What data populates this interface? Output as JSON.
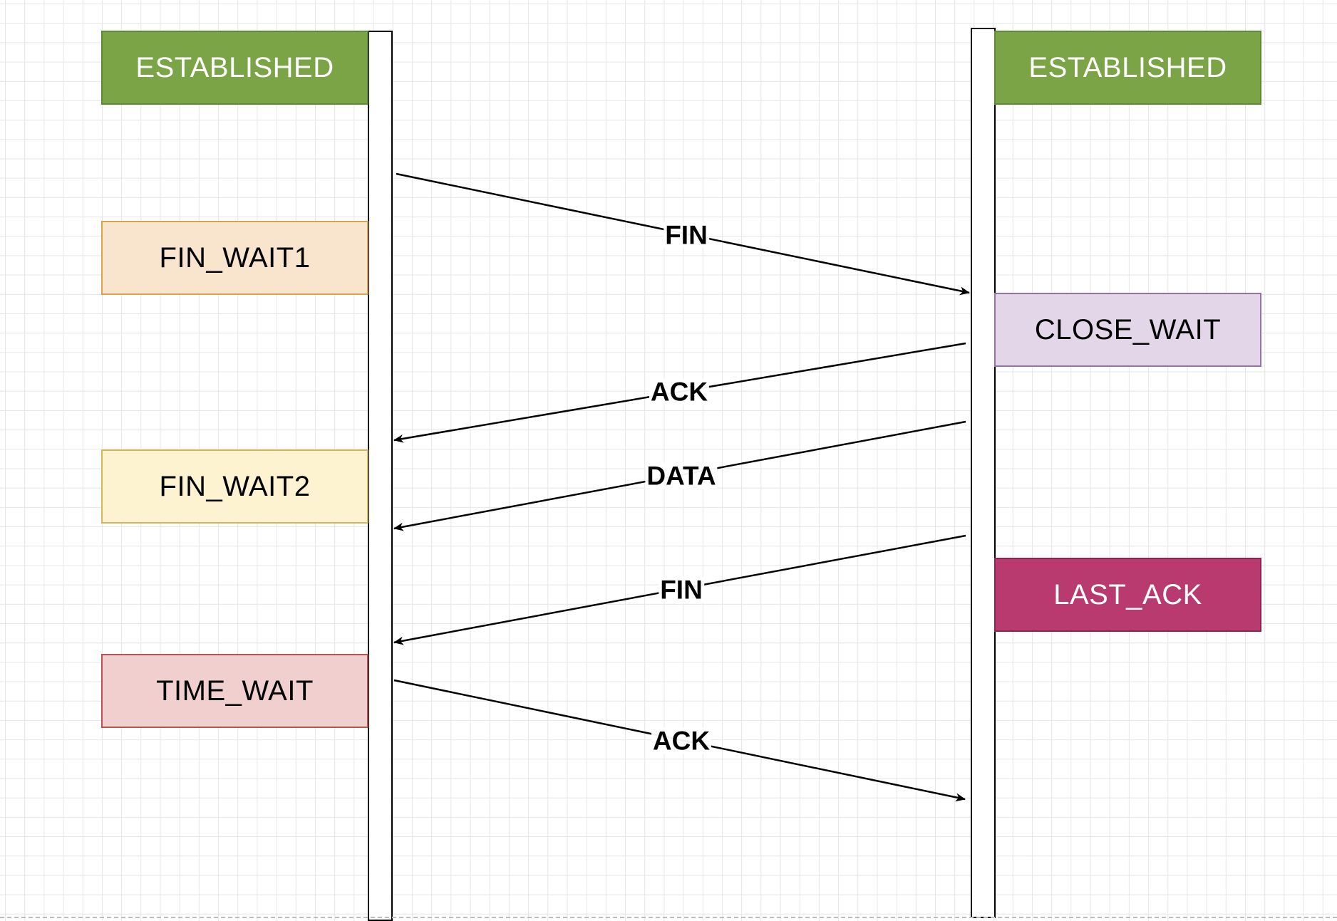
{
  "client": {
    "states": [
      {
        "label": "ESTABLISHED",
        "fill": "#7ba447",
        "border": "#5f8a34",
        "text": "#ffffff"
      },
      {
        "label": "FIN_WAIT1",
        "fill": "#f9e4cd",
        "border": "#d6a649",
        "text": "#000000"
      },
      {
        "label": "FIN_WAIT2",
        "fill": "#fdf3d1",
        "border": "#d6b656",
        "text": "#000000"
      },
      {
        "label": "TIME_WAIT",
        "fill": "#f1cfcf",
        "border": "#b85450",
        "text": "#000000"
      }
    ]
  },
  "server": {
    "states": [
      {
        "label": "ESTABLISHED",
        "fill": "#7ba447",
        "border": "#5f8a34",
        "text": "#ffffff"
      },
      {
        "label": "CLOSE_WAIT",
        "fill": "#e2d6e8",
        "border": "#9673a6",
        "text": "#000000"
      },
      {
        "label": "LAST_ACK",
        "fill": "#b83a6f",
        "border": "#8f2252",
        "text": "#ffffff"
      }
    ]
  },
  "messages": [
    {
      "label": "FIN",
      "direction": "client-to-server"
    },
    {
      "label": "ACK",
      "direction": "server-to-client"
    },
    {
      "label": "DATA",
      "direction": "server-to-client"
    },
    {
      "label": "FIN",
      "direction": "server-to-client"
    },
    {
      "label": "ACK",
      "direction": "client-to-server"
    }
  ]
}
